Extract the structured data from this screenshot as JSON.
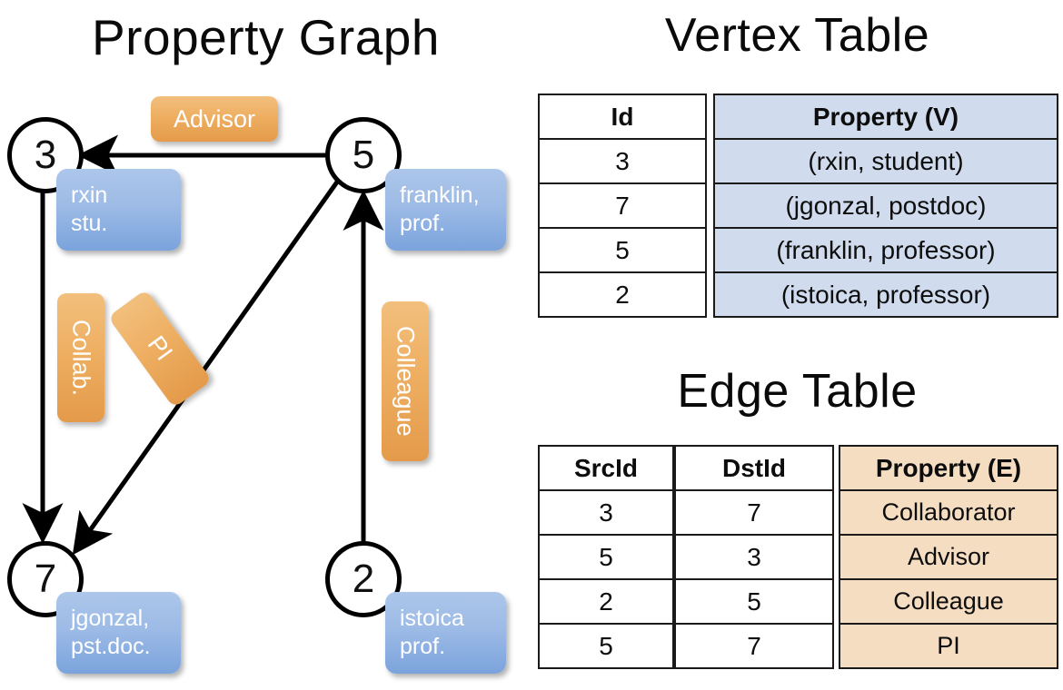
{
  "titles": {
    "property_graph": "Property Graph",
    "vertex_table": "Vertex Table",
    "edge_table": "Edge Table"
  },
  "graph": {
    "nodes": [
      {
        "id": "3",
        "property_label": "rxin\nstu."
      },
      {
        "id": "5",
        "property_label": "franklin,\nprof."
      },
      {
        "id": "7",
        "property_label": "jgonzal,\npst.doc."
      },
      {
        "id": "2",
        "property_label": "istoica\nprof."
      }
    ],
    "node_labels": {
      "n3": "3",
      "n5": "5",
      "n7": "7",
      "n2": "2"
    },
    "vertex_boxes": {
      "rxin_line1": "rxin",
      "rxin_line2": "stu.",
      "franklin_line1": "franklin,",
      "franklin_line2": "prof.",
      "jgonzal_line1": "jgonzal,",
      "jgonzal_line2": "pst.doc.",
      "istoica_line1": "istoica",
      "istoica_line2": "prof."
    },
    "edge_boxes": {
      "advisor": "Advisor",
      "collab": "Collab.",
      "pi": "PI",
      "colleague": "Colleague"
    },
    "edges": [
      {
        "from": "5",
        "to": "3",
        "label": "Advisor"
      },
      {
        "from": "3",
        "to": "7",
        "label": "Collab."
      },
      {
        "from": "5",
        "to": "7",
        "label": "PI"
      },
      {
        "from": "2",
        "to": "5",
        "label": "Colleague"
      }
    ]
  },
  "vertex_table": {
    "headers": [
      "Id",
      "Property (V)"
    ],
    "rows": [
      {
        "id": "3",
        "property": "(rxin, student)"
      },
      {
        "id": "7",
        "property": "(jgonzal, postdoc)"
      },
      {
        "id": "5",
        "property": "(franklin, professor)"
      },
      {
        "id": "2",
        "property": "(istoica, professor)"
      }
    ]
  },
  "edge_table": {
    "headers": [
      "SrcId",
      "DstId",
      "Property (E)"
    ],
    "rows": [
      {
        "src": "3",
        "dst": "7",
        "property": "Collaborator"
      },
      {
        "src": "5",
        "dst": "3",
        "property": "Advisor"
      },
      {
        "src": "2",
        "dst": "5",
        "property": "Colleague"
      },
      {
        "src": "5",
        "dst": "7",
        "property": "PI"
      }
    ]
  },
  "colors": {
    "vertex_property_fill": "#d0dcee",
    "edge_property_fill": "#f5ddc2",
    "vertex_box": "#9dbbe6",
    "edge_box": "#eeaf62",
    "stroke": "#000000",
    "background": "#ffffff"
  }
}
